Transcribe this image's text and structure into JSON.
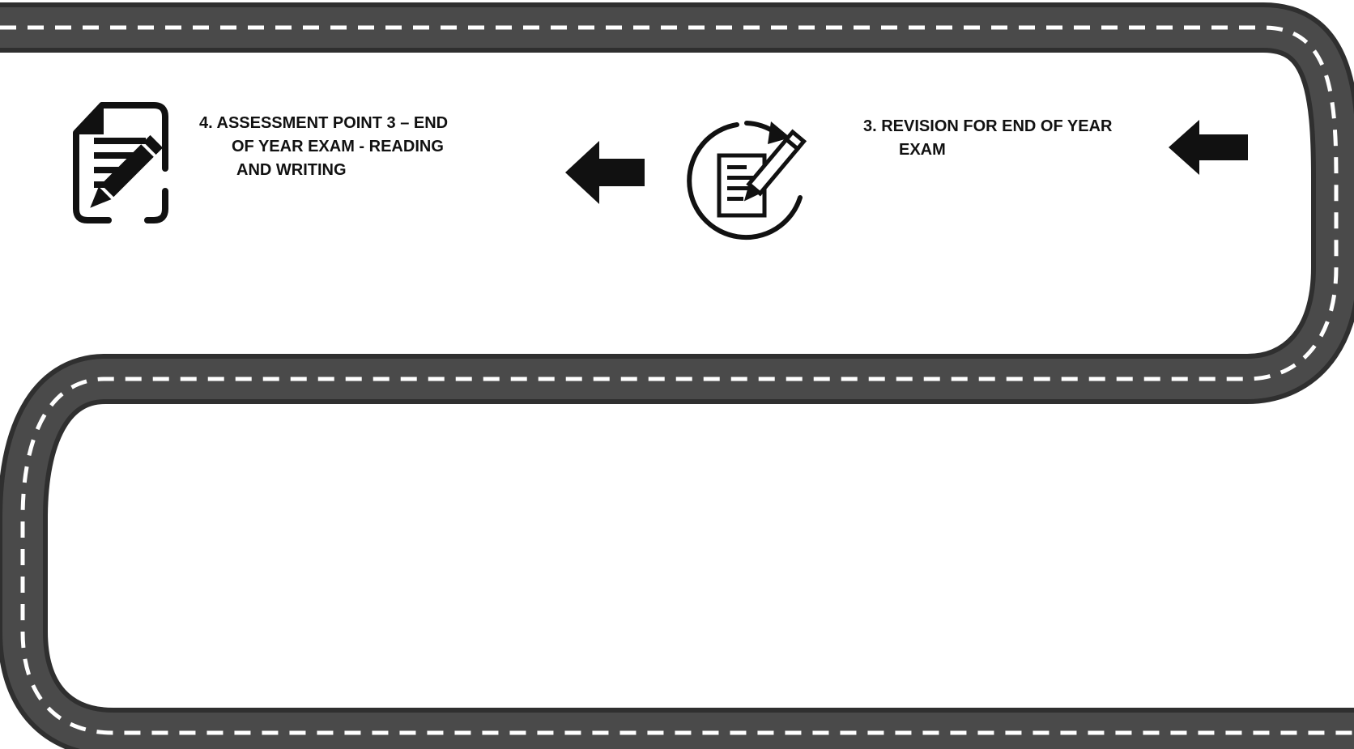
{
  "road": {
    "asphalt_color": "#4a4a4a",
    "edge_color": "#2f2f2f",
    "dash_color": "#ffffff"
  },
  "steps": [
    {
      "lines": [
        "4. ASSESSMENT POINT 3 – END",
        "OF YEAR EXAM - READING",
        "AND WRITING"
      ],
      "icon": "exam-paper-pencil-icon"
    },
    {
      "lines": [
        "3. REVISION FOR END OF YEAR",
        "EXAM"
      ],
      "icon": "revision-cycle-document-icon"
    }
  ],
  "arrows": [
    {
      "direction": "left",
      "icon": "arrow-left-icon"
    },
    {
      "direction": "left",
      "icon": "arrow-left-icon"
    }
  ]
}
